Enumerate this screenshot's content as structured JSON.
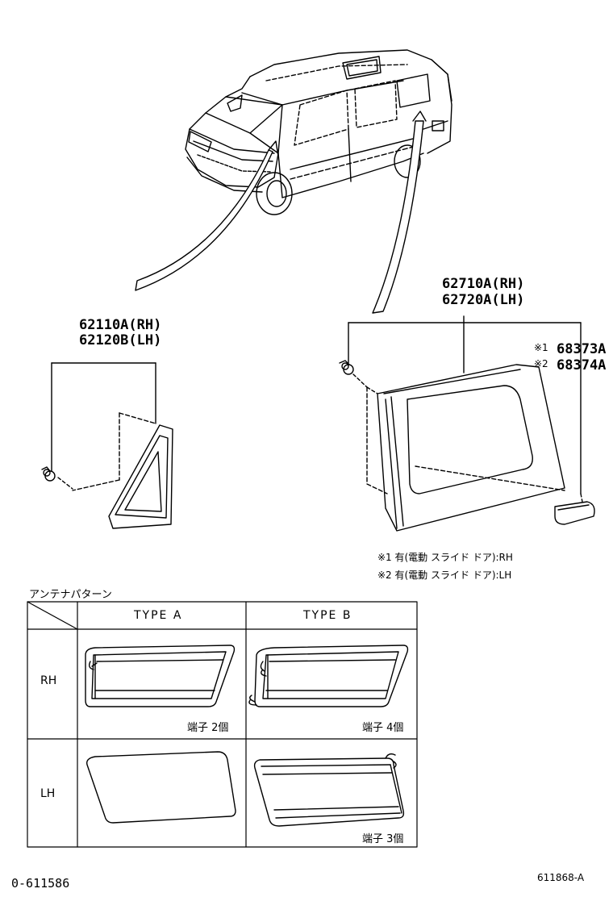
{
  "labels": {
    "front_part_rh": "62110A(RH)",
    "front_part_lh": "62120B(LH)",
    "rear_part_rh": "62710A(RH)",
    "rear_part_lh": "62720A(LH)",
    "sub1_mark": "※1",
    "sub1_part": "68373A",
    "sub2_mark": "※2",
    "sub2_part": "68374A"
  },
  "notes": {
    "note1": "※1 有(電動 スライド ドア):RH",
    "note2": "※2 有(電動 スライド ドア):LH"
  },
  "table": {
    "title": "アンテナパターン",
    "col_a": "TYPE A",
    "col_b": "TYPE B",
    "row_rh": "RH",
    "row_lh": "LH",
    "rh_a_terminals": "端子 2個",
    "rh_b_terminals": "端子 4個",
    "lh_b_terminals": "端子 3個"
  },
  "footer": {
    "left_code": "0-611586",
    "right_code": "611868-A"
  }
}
